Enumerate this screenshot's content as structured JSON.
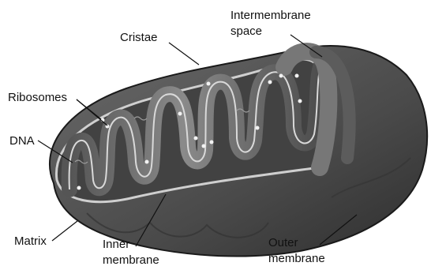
{
  "labels": {
    "intermembrane_line1": "Intermembrane",
    "intermembrane_line2": "space",
    "cristae": "Cristae",
    "ribosomes": "Ribosomes",
    "dna": "DNA",
    "matrix": "Matrix",
    "inner_line1": "Inner",
    "inner_line2": "membrane",
    "outer_line1": "Outer",
    "outer_line2": "membrane"
  },
  "colors": {
    "outer_body": "#5a5a5a",
    "outer_shadow": "#3a3a3a",
    "interior": "#474747",
    "crista_fill": "#6e6e6e",
    "membrane_edge": "#d8d8d8",
    "ink": "#111111"
  }
}
